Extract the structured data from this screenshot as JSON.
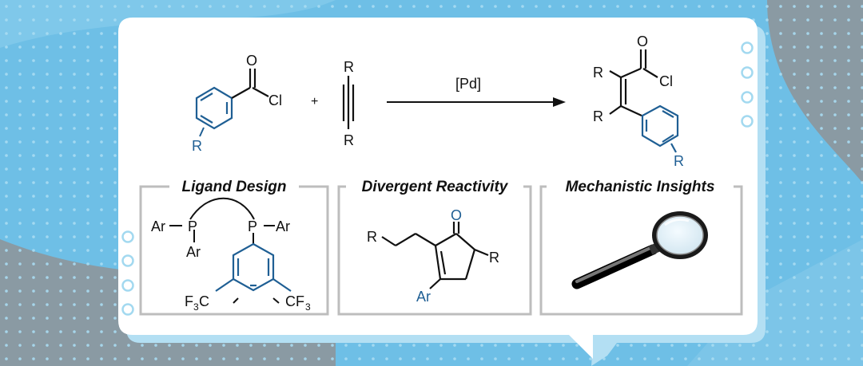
{
  "scheme": {
    "catalyst": "[Pd]",
    "plus": "+",
    "reactant1": {
      "carbonyl_o": "O",
      "cl": "Cl",
      "r": "R"
    },
    "reactant2": {
      "r_top": "R",
      "r_bottom": "R"
    },
    "product": {
      "o": "O",
      "cl": "Cl",
      "r_top": "R",
      "r_mid": "R",
      "r_ring": "R"
    }
  },
  "panels": [
    {
      "title": "Ligand Design"
    },
    {
      "title": "Divergent Reactivity"
    },
    {
      "title": "Mechanistic Insights"
    }
  ],
  "ligand": {
    "ar_left": "Ar",
    "p_left": "P",
    "ar_below": "Ar",
    "p_right": "P",
    "ar_right": "Ar",
    "cf3_left_f": "F",
    "cf3_left_sub": "3",
    "cf3_left_c": "C",
    "cf3_right_cf": "CF",
    "cf3_right_sub": "3"
  },
  "cyclopentenone": {
    "r_chain": "R",
    "o": "O",
    "r_ring": "R",
    "ar": "Ar"
  },
  "colors": {
    "background": "#6ebfe6",
    "card": "#ffffff",
    "accent_blue": "#1f5f94",
    "panel_border": "#bdbdbd",
    "dots": "#a9dcf2"
  },
  "icons": [
    "magnifying-glass-icon",
    "decorative-circle-icon"
  ]
}
